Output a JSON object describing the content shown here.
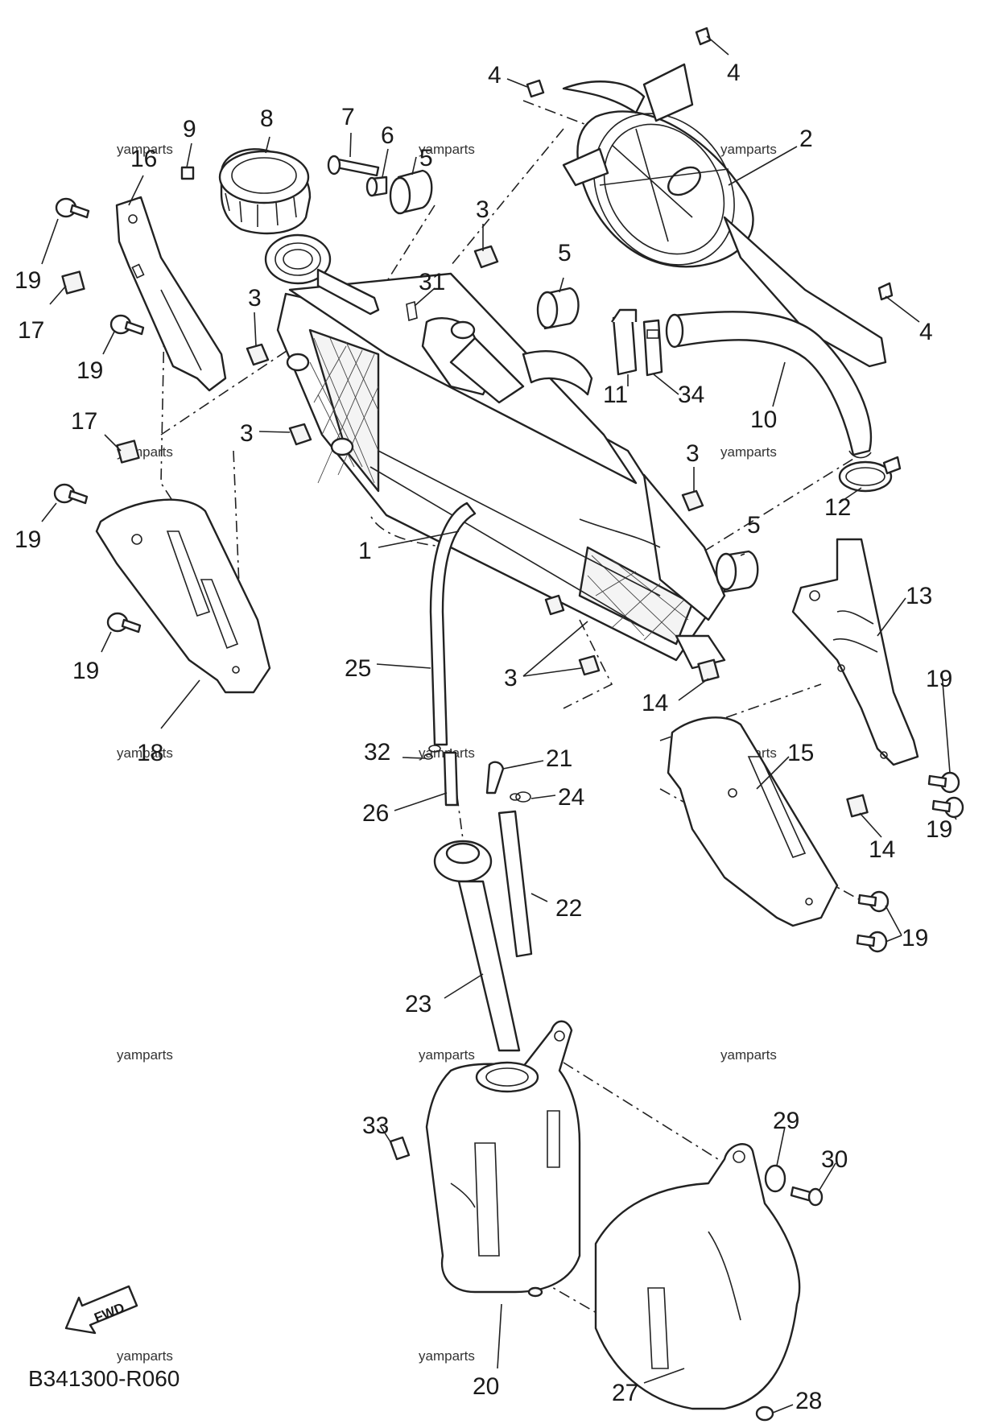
{
  "diagram_code": "B341300-R060",
  "watermark": "yamparts",
  "fwd_label": "FWD",
  "callouts": [
    {
      "id": "c1",
      "text": "1"
    },
    {
      "id": "c2",
      "text": "2"
    },
    {
      "id": "c3a",
      "text": "3"
    },
    {
      "id": "c3b",
      "text": "3"
    },
    {
      "id": "c3c",
      "text": "3"
    },
    {
      "id": "c3d",
      "text": "3"
    },
    {
      "id": "c3e",
      "text": "3"
    },
    {
      "id": "c4a",
      "text": "4"
    },
    {
      "id": "c4b",
      "text": "4"
    },
    {
      "id": "c4c",
      "text": "4"
    },
    {
      "id": "c5a",
      "text": "5"
    },
    {
      "id": "c5b",
      "text": "5"
    },
    {
      "id": "c5c",
      "text": "5"
    },
    {
      "id": "c6",
      "text": "6"
    },
    {
      "id": "c7",
      "text": "7"
    },
    {
      "id": "c8",
      "text": "8"
    },
    {
      "id": "c9",
      "text": "9"
    },
    {
      "id": "c10",
      "text": "10"
    },
    {
      "id": "c11",
      "text": "11"
    },
    {
      "id": "c12",
      "text": "12"
    },
    {
      "id": "c13",
      "text": "13"
    },
    {
      "id": "c14a",
      "text": "14"
    },
    {
      "id": "c14b",
      "text": "14"
    },
    {
      "id": "c15",
      "text": "15"
    },
    {
      "id": "c16",
      "text": "16"
    },
    {
      "id": "c17a",
      "text": "17"
    },
    {
      "id": "c17b",
      "text": "17"
    },
    {
      "id": "c18",
      "text": "18"
    },
    {
      "id": "c19a",
      "text": "19"
    },
    {
      "id": "c19b",
      "text": "19"
    },
    {
      "id": "c19c",
      "text": "19"
    },
    {
      "id": "c19d",
      "text": "19"
    },
    {
      "id": "c19e",
      "text": "19"
    },
    {
      "id": "c19f",
      "text": "19"
    },
    {
      "id": "c19g",
      "text": "19"
    },
    {
      "id": "c20",
      "text": "20"
    },
    {
      "id": "c21",
      "text": "21"
    },
    {
      "id": "c22",
      "text": "22"
    },
    {
      "id": "c23",
      "text": "23"
    },
    {
      "id": "c24",
      "text": "24"
    },
    {
      "id": "c25",
      "text": "25"
    },
    {
      "id": "c26",
      "text": "26"
    },
    {
      "id": "c27",
      "text": "27"
    },
    {
      "id": "c28",
      "text": "28"
    },
    {
      "id": "c29",
      "text": "29"
    },
    {
      "id": "c30",
      "text": "30"
    },
    {
      "id": "c31",
      "text": "31"
    },
    {
      "id": "c32",
      "text": "32"
    },
    {
      "id": "c33",
      "text": "33"
    },
    {
      "id": "c34",
      "text": "34"
    }
  ]
}
